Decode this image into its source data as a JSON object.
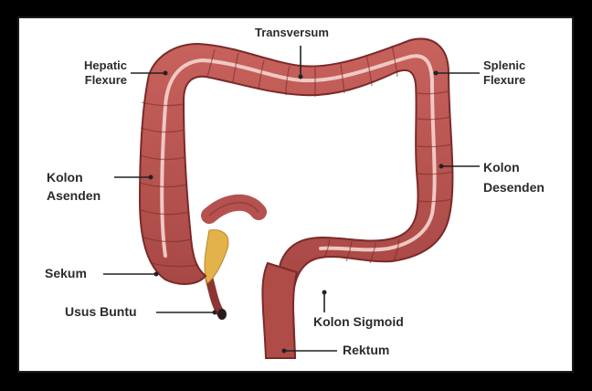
{
  "labels": {
    "transversum": "Transversum",
    "hepatic_1": "Hepatic",
    "hepatic_2": "Flexure",
    "splenic_1": "Splenic",
    "splenic_2": "Flexure",
    "asenden_1": "Kolon",
    "asenden_2": "Asenden",
    "desenden_1": "Kolon",
    "desenden_2": "Desenden",
    "sekum": "Sekum",
    "usus_buntu": "Usus Buntu",
    "sigmoid": "Kolon Sigmoid",
    "rektum": "Rektum"
  },
  "colors": {
    "colon_fill": "#b5524f",
    "colon_dark": "#7a2a2a",
    "colon_light": "#d98b85",
    "inner_band": "#f2cfc9",
    "fat": "#e3b24a",
    "leader": "#222222"
  }
}
